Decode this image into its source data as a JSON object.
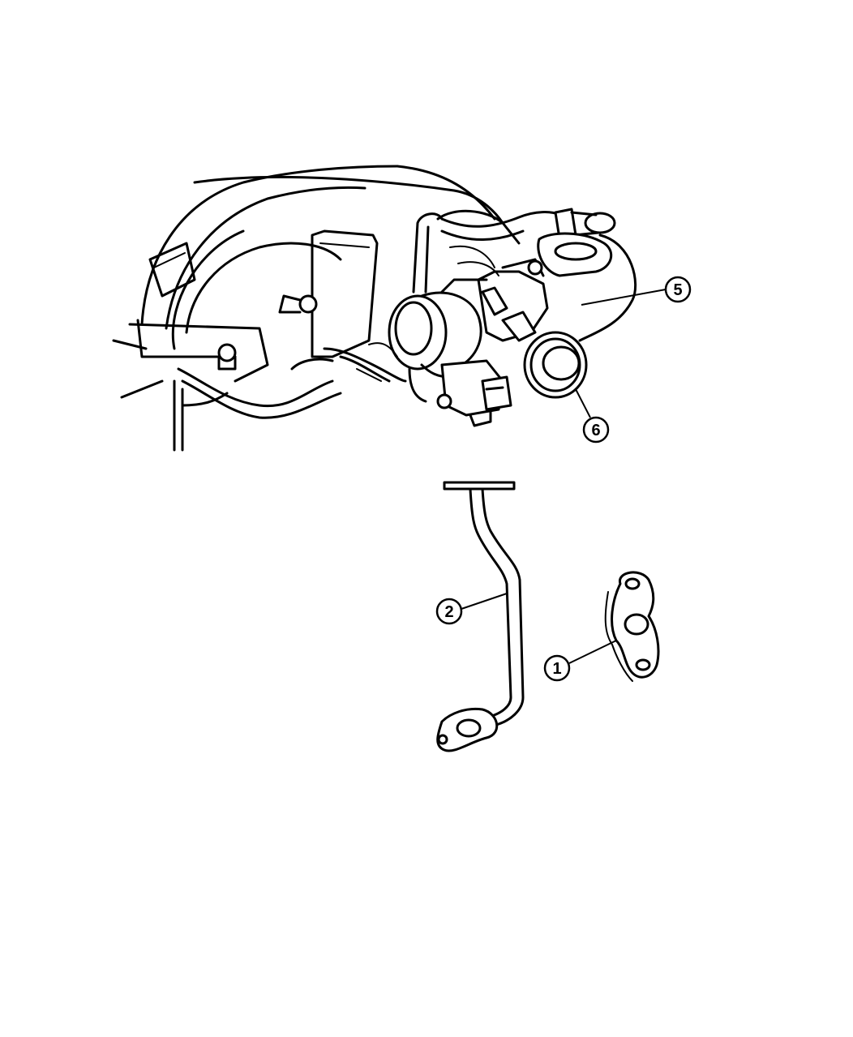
{
  "callouts": [
    {
      "id": "5",
      "label": "5"
    },
    {
      "id": "6",
      "label": "6"
    },
    {
      "id": "2",
      "label": "2"
    },
    {
      "id": "1",
      "label": "1"
    }
  ]
}
